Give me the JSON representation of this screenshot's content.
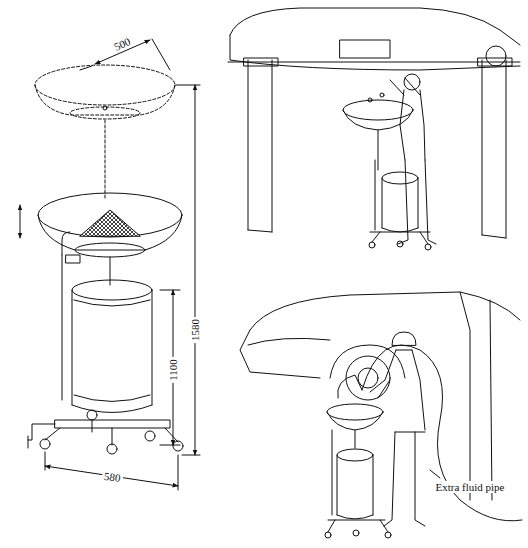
{
  "diagram": {
    "labels": [
      "500",
      "1580",
      "1100",
      "580",
      "Extra fluid pipe"
    ]
  }
}
